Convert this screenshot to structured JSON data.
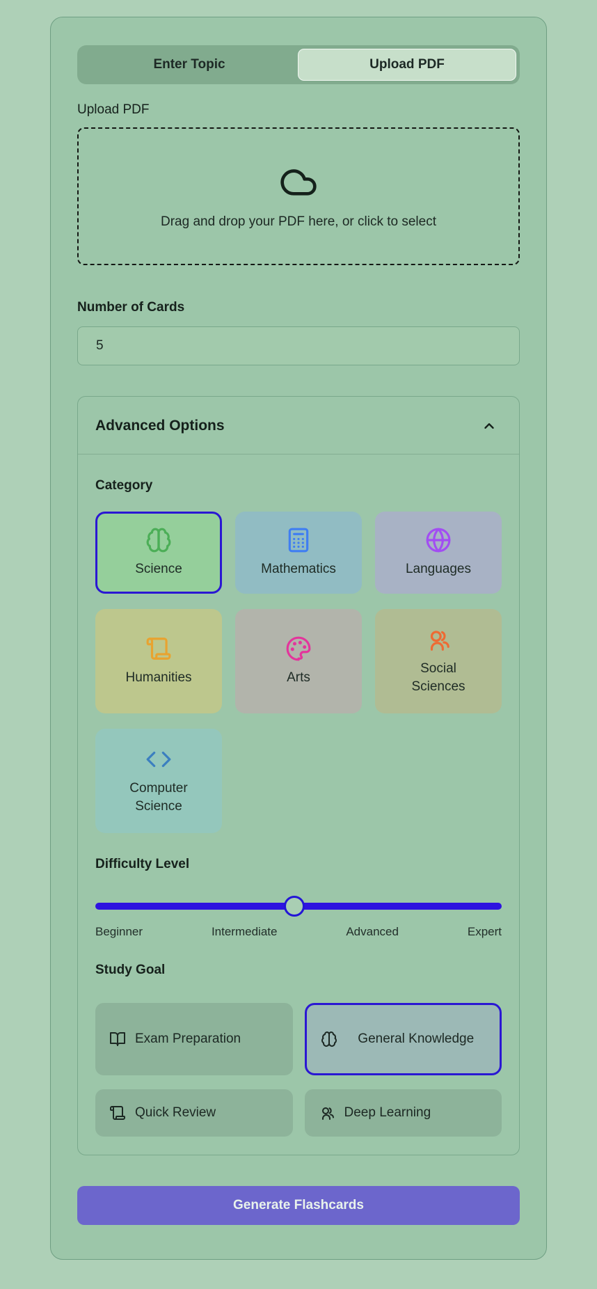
{
  "tabs": {
    "enter_topic": "Enter Topic",
    "upload_pdf": "Upload PDF",
    "active_tab": "Upload PDF"
  },
  "upload": {
    "label": "Upload PDF",
    "dropzone_text": "Drag and drop your PDF here, or click to select",
    "icon": "cloud-icon"
  },
  "cards": {
    "label": "Number of Cards",
    "value": "5"
  },
  "advanced": {
    "title": "Advanced Options",
    "expanded": true,
    "chevron_icon": "chevron-up-icon",
    "category": {
      "label": "Category",
      "selected": "Science",
      "items": [
        {
          "label": "Science",
          "icon": "brain-icon",
          "bg": "#95cf9b",
          "icon_color": "#4cae57",
          "selected": true
        },
        {
          "label": "Mathematics",
          "icon": "calculator-icon",
          "bg": "#91bcc3",
          "icon_color": "#3f7ef2",
          "selected": false
        },
        {
          "label": "Languages",
          "icon": "globe-icon",
          "bg": "#a8b2c5",
          "icon_color": "#a24df2",
          "selected": false
        },
        {
          "label": "Humanities",
          "icon": "scroll-icon",
          "bg": "#bdc78d",
          "icon_color": "#e8a330",
          "selected": false
        },
        {
          "label": "Arts",
          "icon": "palette-icon",
          "bg": "#b2b4ab",
          "icon_color": "#e3359c",
          "selected": false
        },
        {
          "label": "Social Sciences",
          "icon": "users-icon",
          "bg": "#b0bc93",
          "icon_color": "#ee6a33",
          "selected": false
        },
        {
          "label": "Computer Science",
          "icon": "code-icon",
          "bg": "#94c7bc",
          "icon_color": "#3b7fc0",
          "selected": false
        }
      ]
    },
    "difficulty": {
      "label": "Difficulty Level",
      "levels": {
        "0": "Beginner",
        "1": "Intermediate",
        "2": "Advanced",
        "3": "Expert"
      },
      "value_percent": 49,
      "track_color": "#2e13e0"
    },
    "study_goal": {
      "label": "Study Goal",
      "selected": "General Knowledge",
      "items": [
        {
          "label": "Exam Preparation",
          "icon": "book-open-icon",
          "selected": false
        },
        {
          "label": "General Knowledge",
          "icon": "brain-icon",
          "selected": true
        },
        {
          "label": "Quick Review",
          "icon": "scroll-icon",
          "selected": false
        },
        {
          "label": "Deep Learning",
          "icon": "users-round-icon",
          "selected": false
        }
      ]
    }
  },
  "generate_button": {
    "label": "Generate Flashcards",
    "bg": "#6c66cc"
  },
  "colors": {
    "page_bg": "#aed0b7",
    "panel_bg": "#9cc6a9",
    "tabbar_bg": "#81ab8e",
    "active_tab_bg": "#c7dfca",
    "selection_border": "#2a17d3",
    "goal_bg": "#8db39a",
    "goal_selected_bg": "#9cb9b6"
  }
}
